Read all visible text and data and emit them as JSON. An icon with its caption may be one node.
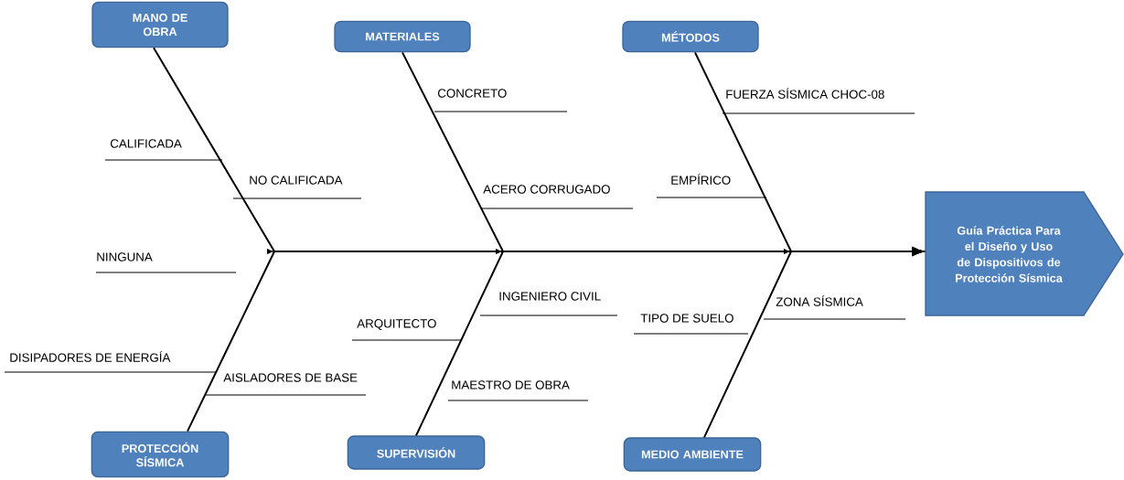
{
  "diagram": {
    "nodes": [
      {
        "text": [
          "MANO DE OBRA"
        ]
      },
      {
        "text": [
          "MATERIALES"
        ]
      },
      {
        "text": [
          "MÉTODOS"
        ]
      },
      {
        "text": [
          "PROTECCIÓN SÍSMICA"
        ]
      },
      {
        "text": [
          "SUPERVISIÓN"
        ]
      },
      {
        "text": [
          "MEDIO AMBIENTE"
        ]
      },
      {
        "text": [
          "Guía Práctica Para el Diseño y Uso de Dispositivos de Protección Sísmica"
        ]
      }
    ],
    "edges": [
      {
        "from": 0,
        "to": 6,
        "arrow": "to"
      },
      {
        "from": 1,
        "to": 6,
        "arrow": "to"
      },
      {
        "from": 2,
        "to": 6,
        "arrow": "to"
      },
      {
        "from": 3,
        "to": 6,
        "arrow": "to"
      },
      {
        "from": 4,
        "to": 6,
        "arrow": "to"
      },
      {
        "from": 5,
        "to": 6,
        "arrow": "to"
      }
    ],
    "labels": [
      "CONCRETO",
      "FUERZA SÍSMICA CHOC-08",
      "CALIFICADA",
      "EMPÍRICO",
      "NO CALIFICADA",
      "ACERO CORRUGADO",
      "NINGUNA",
      "ZONA SÍSMICA",
      "INGENIERO CIVIL",
      "TIPO DE SUELO",
      "ARQUITECTO",
      "DISIPADORES DE ENERGÍA",
      "AISLADORES DE BASE",
      "MAESTRO DE OBRA"
    ]
  }
}
